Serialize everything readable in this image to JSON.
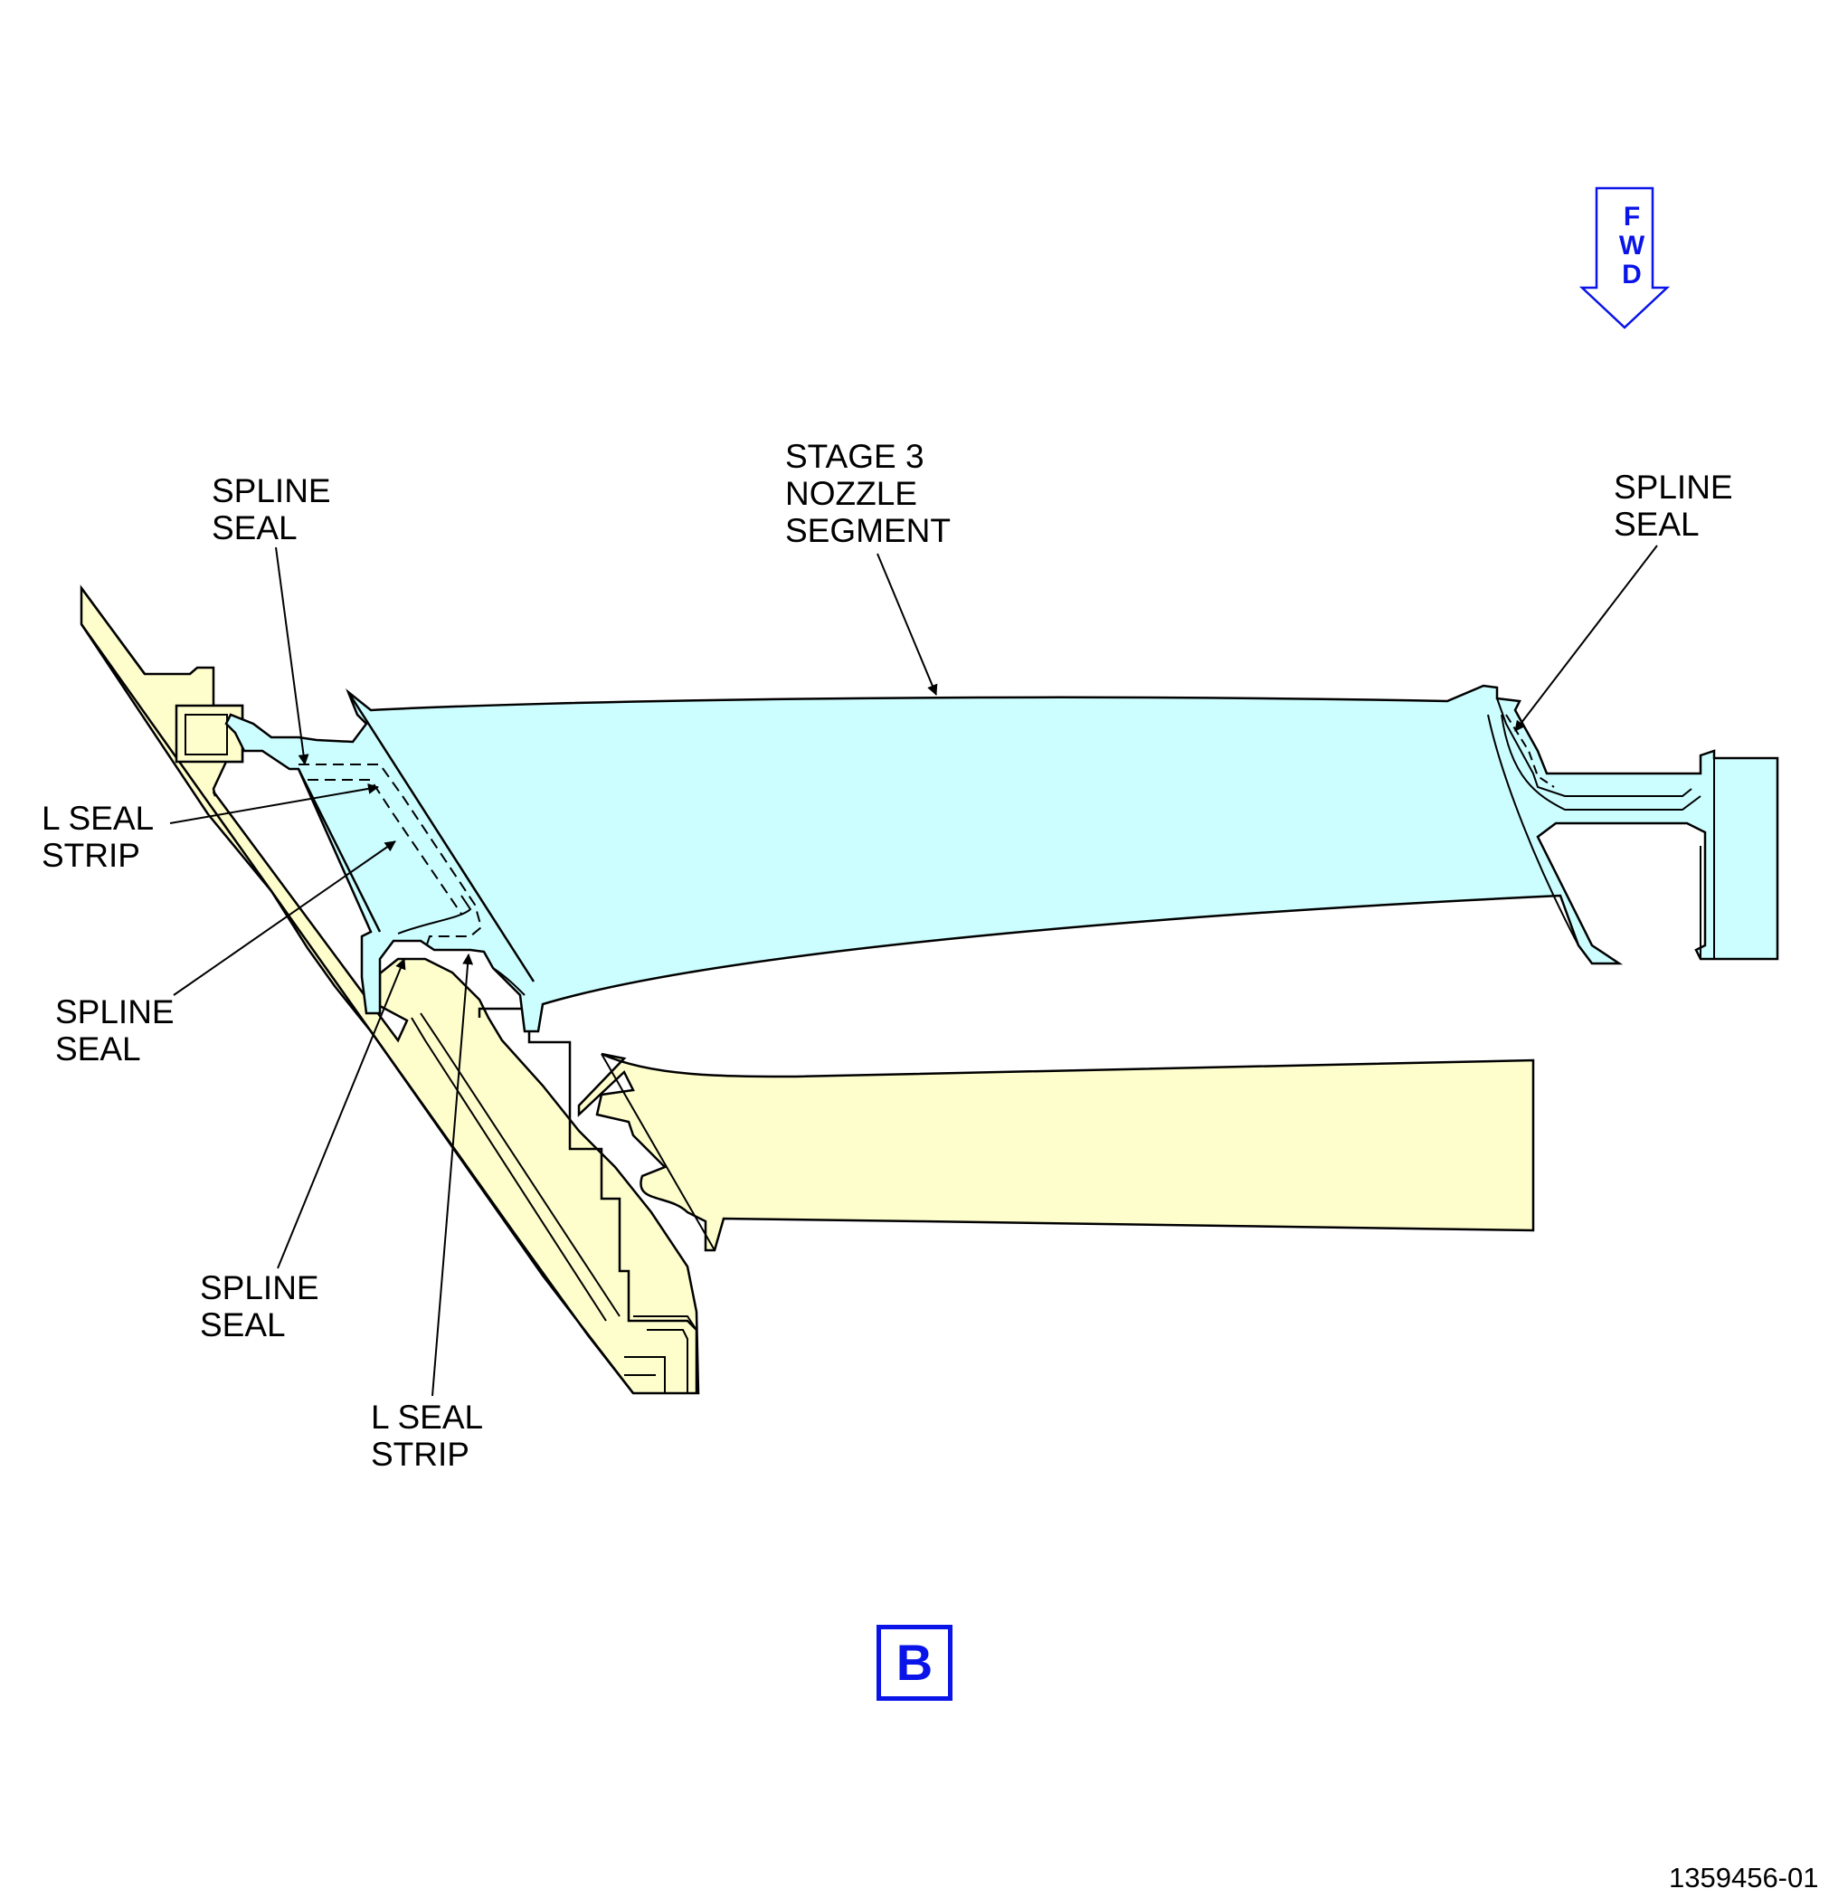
{
  "colors": {
    "nozzle_fill": "#ccfdff",
    "support_fill": "#fefdcc",
    "outline": "#000000",
    "accent_blue": "#0a14e8"
  },
  "direction_indicator": {
    "letters": [
      "F",
      "W",
      "D"
    ],
    "icon": "down-arrow-icon"
  },
  "callouts": {
    "stage3_nozzle_segment": [
      "STAGE 3",
      "NOZZLE",
      "SEGMENT"
    ],
    "spline_seal_upper_left": [
      "SPLINE",
      "SEAL"
    ],
    "spline_seal_right": [
      "SPLINE",
      "SEAL"
    ],
    "l_seal_strip_upper": [
      "L SEAL",
      "STRIP"
    ],
    "spline_seal_middle_left": [
      "SPLINE",
      "SEAL"
    ],
    "spline_seal_lower": [
      "SPLINE",
      "SEAL"
    ],
    "l_seal_strip_lower": [
      "L SEAL",
      "STRIP"
    ]
  },
  "view_label": "B",
  "figure_id": "1359456-01"
}
